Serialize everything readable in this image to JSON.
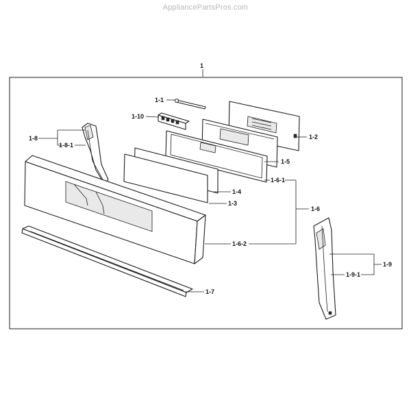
{
  "watermark": "AppliancePartsPros.com",
  "labels": {
    "p1": "1",
    "p1_1": "1-1",
    "p1_10": "1-10",
    "p1_2": "1-2",
    "p1_5": "1-5",
    "p1_8": "1-8",
    "p1_8_1": "1-8-1",
    "p1_6_1": "1-6-1",
    "p1_4": "1-4",
    "p1_3": "1-3",
    "p1_6": "1-6",
    "p1_6_2": "1-6-2",
    "p1_9": "1-9",
    "p1_9_1": "1-9-1",
    "p1_7": "1-7"
  }
}
